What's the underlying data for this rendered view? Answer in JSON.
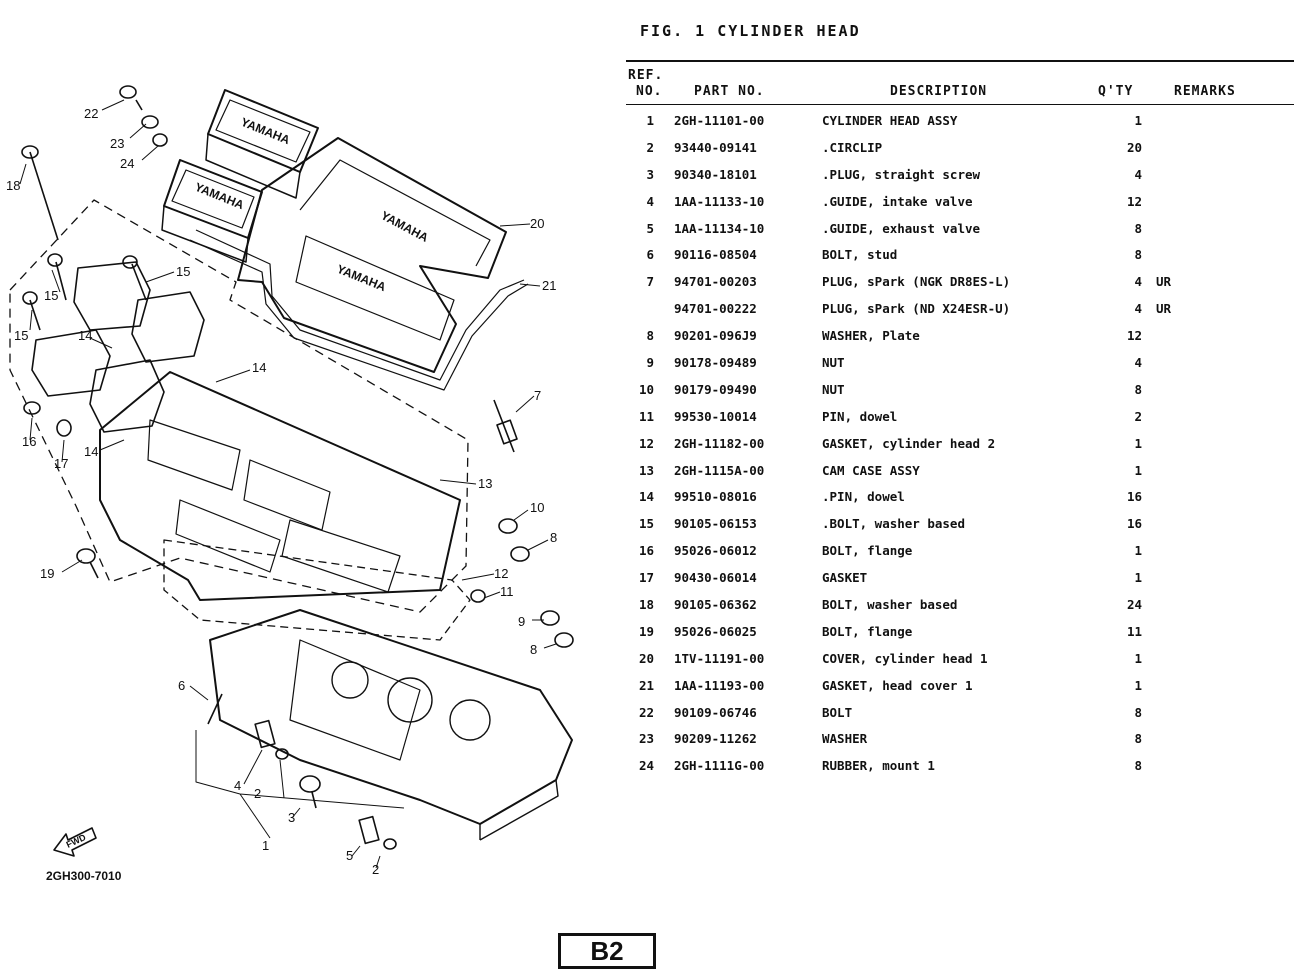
{
  "figure": {
    "title": "FIG.  1   CYLINDER HEAD",
    "drawing_id": "2GH300-7010",
    "page_code": "B2",
    "fwd_mark": "FWD",
    "cover_brand": "YAMAHA",
    "callouts": [
      "22",
      "23",
      "24",
      "18",
      "20",
      "21",
      "15",
      "15",
      "15",
      "14",
      "14",
      "14",
      "16",
      "17",
      "13",
      "7",
      "10",
      "8",
      "19",
      "12",
      "11",
      "9",
      "8",
      "6",
      "4",
      "2",
      "3",
      "1",
      "5",
      "2"
    ]
  },
  "table": {
    "headers": {
      "ref_line1": "REF.",
      "ref_line2": "NO.",
      "part_no": "PART NO.",
      "description": "DESCRIPTION",
      "qty": "Q'TY",
      "remarks": "REMARKS"
    },
    "rows": [
      {
        "ref": "1",
        "part": "2GH-11101-00",
        "desc": "CYLINDER HEAD ASSY",
        "qty": "1",
        "remarks": ""
      },
      {
        "ref": "2",
        "part": "93440-09141",
        "desc": ".CIRCLIP",
        "qty": "20",
        "remarks": ""
      },
      {
        "ref": "3",
        "part": "90340-18101",
        "desc": ".PLUG, straight screw",
        "qty": "4",
        "remarks": ""
      },
      {
        "ref": "4",
        "part": "1AA-11133-10",
        "desc": ".GUIDE, intake valve",
        "qty": "12",
        "remarks": ""
      },
      {
        "ref": "5",
        "part": "1AA-11134-10",
        "desc": ".GUIDE, exhaust valve",
        "qty": "8",
        "remarks": ""
      },
      {
        "ref": "6",
        "part": "90116-08504",
        "desc": "BOLT, stud",
        "qty": "8",
        "remarks": ""
      },
      {
        "ref": "7",
        "part": "94701-00203",
        "desc": "PLUG, sPark (NGK DR8ES-L)",
        "qty": "4",
        "remarks": "UR"
      },
      {
        "ref": "",
        "part": "94701-00222",
        "desc": "PLUG, sPark (ND X24ESR-U)",
        "qty": "4",
        "remarks": "UR"
      },
      {
        "ref": "8",
        "part": "90201-096J9",
        "desc": "WASHER, Plate",
        "qty": "12",
        "remarks": ""
      },
      {
        "ref": "9",
        "part": "90178-09489",
        "desc": "NUT",
        "qty": "4",
        "remarks": ""
      },
      {
        "ref": "10",
        "part": "90179-09490",
        "desc": "NUT",
        "qty": "8",
        "remarks": ""
      },
      {
        "ref": "11",
        "part": "99530-10014",
        "desc": "PIN, dowel",
        "qty": "2",
        "remarks": ""
      },
      {
        "ref": "12",
        "part": "2GH-11182-00",
        "desc": "GASKET, cylinder head 2",
        "qty": "1",
        "remarks": ""
      },
      {
        "ref": "13",
        "part": "2GH-1115A-00",
        "desc": "CAM CASE ASSY",
        "qty": "1",
        "remarks": ""
      },
      {
        "ref": "14",
        "part": "99510-08016",
        "desc": ".PIN, dowel",
        "qty": "16",
        "remarks": ""
      },
      {
        "ref": "15",
        "part": "90105-06153",
        "desc": ".BOLT, washer based",
        "qty": "16",
        "remarks": ""
      },
      {
        "ref": "16",
        "part": "95026-06012",
        "desc": "BOLT, flange",
        "qty": "1",
        "remarks": ""
      },
      {
        "ref": "17",
        "part": "90430-06014",
        "desc": "GASKET",
        "qty": "1",
        "remarks": ""
      },
      {
        "ref": "18",
        "part": "90105-06362",
        "desc": "BOLT, washer based",
        "qty": "24",
        "remarks": ""
      },
      {
        "ref": "19",
        "part": "95026-06025",
        "desc": "BOLT, flange",
        "qty": "11",
        "remarks": ""
      },
      {
        "ref": "20",
        "part": "1TV-11191-00",
        "desc": "COVER, cylinder head 1",
        "qty": "1",
        "remarks": ""
      },
      {
        "ref": "21",
        "part": "1AA-11193-00",
        "desc": "GASKET, head cover 1",
        "qty": "1",
        "remarks": ""
      },
      {
        "ref": "22",
        "part": "90109-06746",
        "desc": "BOLT",
        "qty": "8",
        "remarks": ""
      },
      {
        "ref": "23",
        "part": "90209-11262",
        "desc": "WASHER",
        "qty": "8",
        "remarks": ""
      },
      {
        "ref": "24",
        "part": "2GH-1111G-00",
        "desc": "RUBBER, mount 1",
        "qty": "8",
        "remarks": ""
      }
    ]
  }
}
